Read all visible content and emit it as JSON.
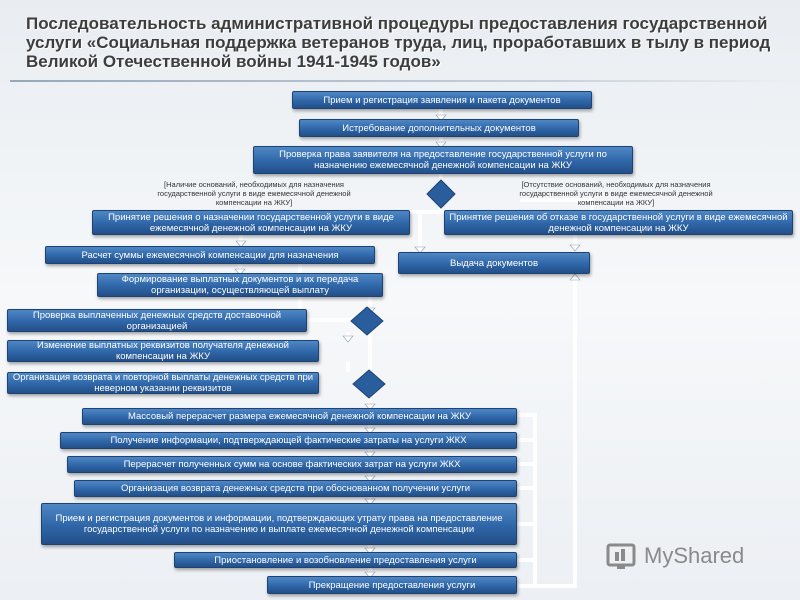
{
  "page": {
    "title": "Последовательность административной процедуры предоставления государственной услуги «Социальная поддержка ветеранов труда, лиц, проработавших в тылу в период Великой Отечественной войны 1941-1945 годов»"
  },
  "flow": {
    "step_reception": "Прием и регистрация заявления и пакета документов",
    "step_request_docs": "Истребование дополнительных документов",
    "step_check_right": "Проверка права заявителя на предоставление государственной услуги по назначению ежемесячной денежной компенсации на ЖКУ",
    "note_grounds": "[Наличие оснований, необходимых для назначения государственной услуги в виде ежемесячной денежной компенсации на ЖКУ]",
    "note_no_grounds": "[Отсутствие оснований, необходимых для назначения государственной услуги в виде ежемесячной денежной компенсации на ЖКУ]",
    "step_decision_grant": "Принятие решения о назначении  государственной услуги в виде ежемесячной денежной компенсации на ЖКУ",
    "step_decision_refuse": "Принятие решения об отказе в государственной услуги в виде ежемесячной денежной компенсации на ЖКУ",
    "step_calculation": "Расчет суммы ежемесячной компенсации для назначения",
    "step_issue_docs": "Выдача документов",
    "step_payment_docs": "Формирование выплатных документов и их передача организации, осуществляющей выплату",
    "step_check_paid": "Проверка выплаченных денежных средств доставочной организацией",
    "step_change_details": "Изменение выплатных реквизитов получателя денежной компенсации на ЖКУ",
    "step_return_repeat": "Организация возврата и повторной выплаты денежных средств при неверном указании реквизитов",
    "step_mass_recalc": "Массовый перерасчет размера ежемесячной денежной компенсации на ЖКУ",
    "step_receive_info": "Получение информации, подтверждающей фактические затраты на услуги ЖКХ",
    "step_recalc_received": "Перерасчет полученных сумм  на основе фактических затрат на услуги ЖКХ",
    "step_return_funds": "Организация возврата денежных средств при обоснованном получении услуги",
    "step_loss_right": "Прием и регистрация документов и информации, подтверждающих утрату права на предоставление государственной услуги по назначению  и выплате ежемесячной денежной компенсации",
    "step_suspend": "Приостановление и возобновление предоставления услуги",
    "step_terminate": "Прекращение предоставления услуги"
  },
  "watermark": {
    "brand": "MyShared",
    "icon": "myshared-logo-icon"
  },
  "colors": {
    "box": "#2f66a8",
    "arrow": "#ffffff",
    "title": "#3d3d3d"
  }
}
